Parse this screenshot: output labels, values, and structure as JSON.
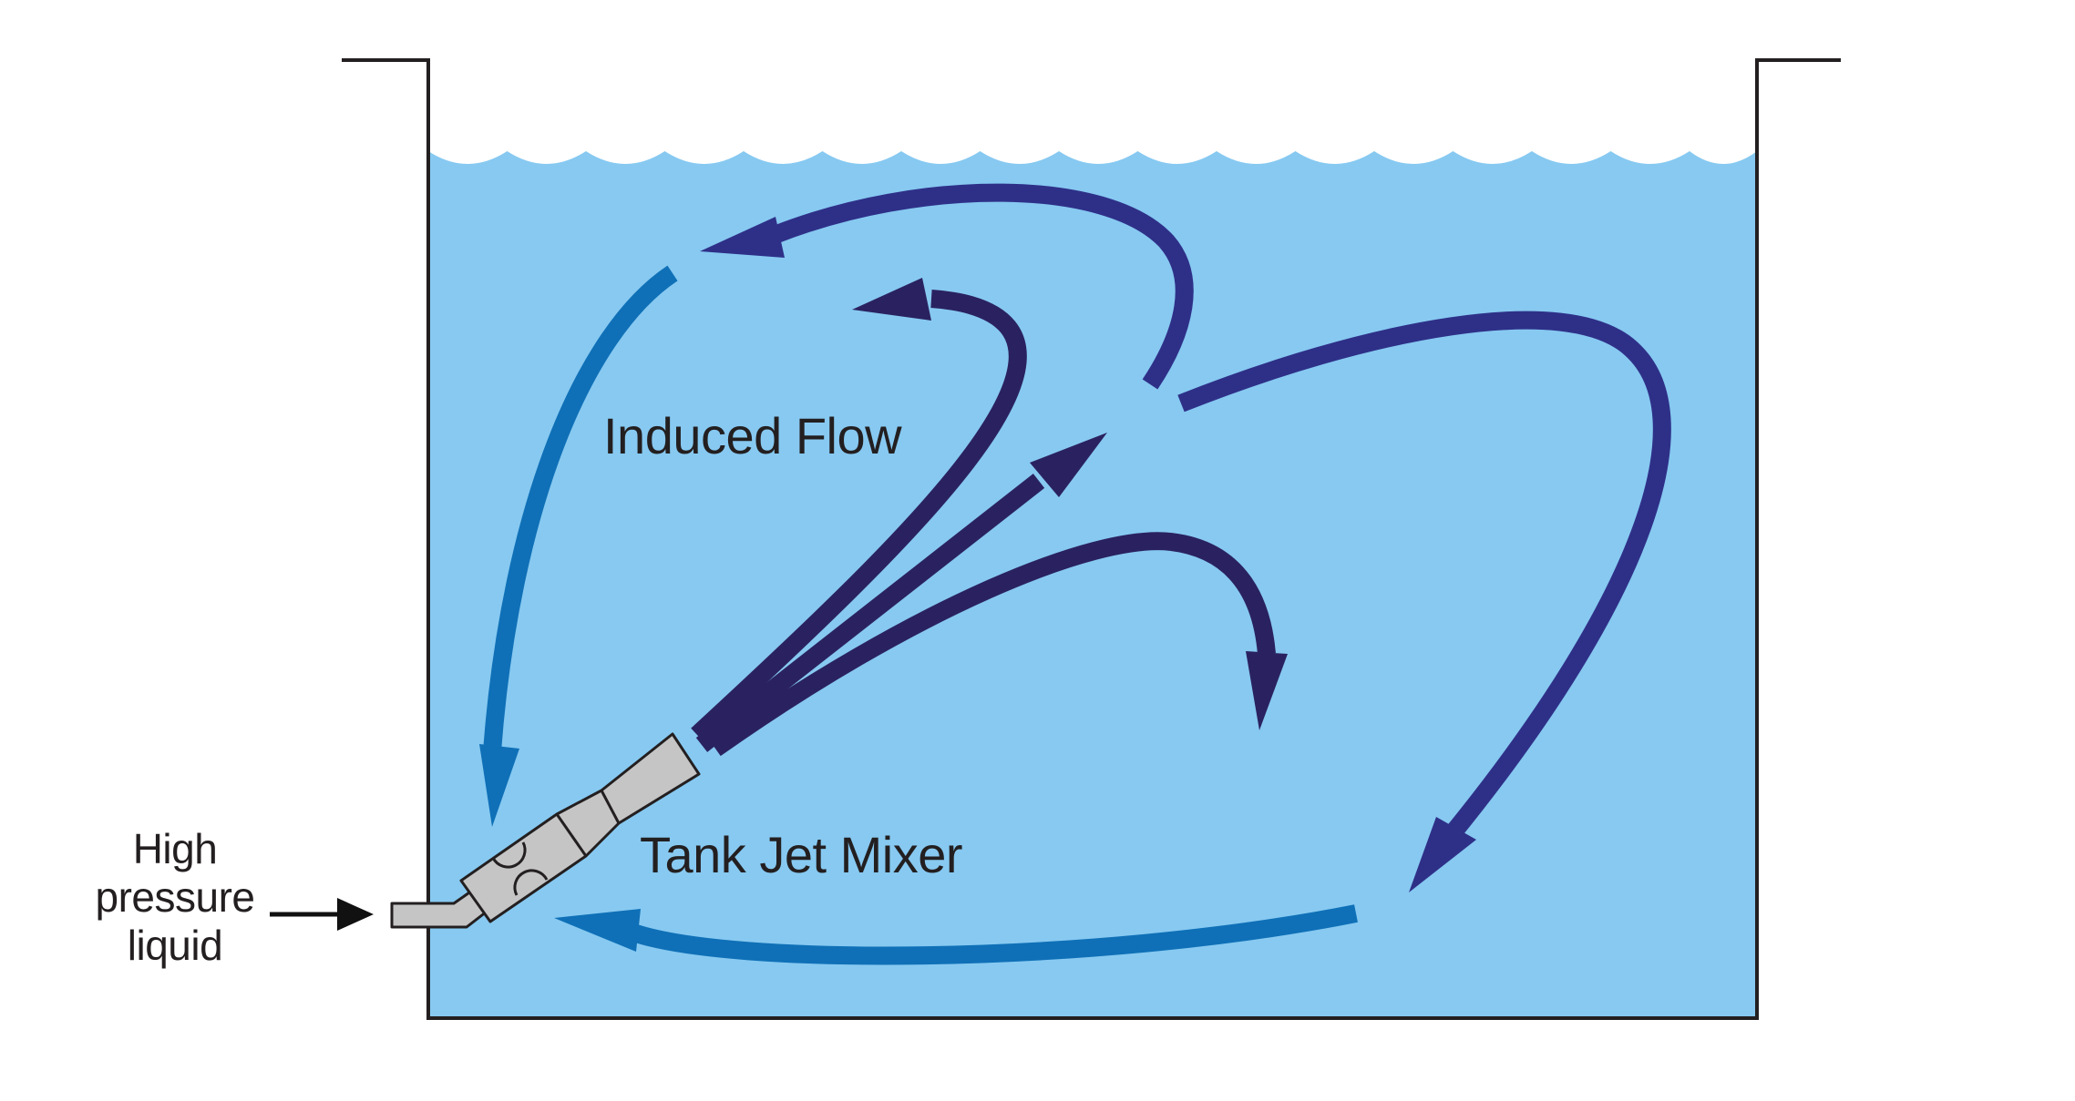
{
  "labels": {
    "induced_flow": "Induced Flow",
    "tank_jet_mixer": "Tank Jet Mixer",
    "high_pressure_liquid": [
      "High",
      "pressure",
      "liquid"
    ]
  },
  "colors": {
    "liquid": "#87c9f1",
    "outline": "#231f20",
    "nozzle": "#c5c5c5",
    "induced_flow_arrow": "#0f70b7",
    "outer_loop_arrow": "#2e3088",
    "near_jet_arrow": "#2a2260"
  }
}
